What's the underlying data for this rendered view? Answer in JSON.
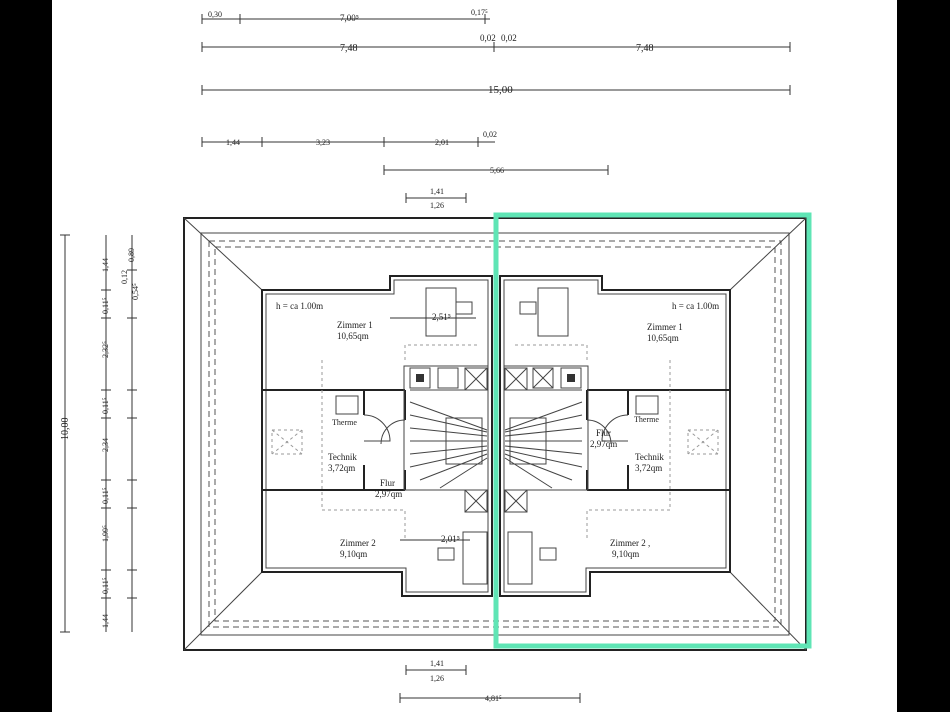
{
  "dimensions": {
    "top1_a": "0,30",
    "top1_b": "7,00⁵",
    "top1_c": "0,17⁵",
    "top2_a": "7,48",
    "top2_b": "0,02",
    "top2_c": "0,02",
    "top2_d": "7,48",
    "top3": "15,00",
    "top4_a": "1,44",
    "top4_b": "3,23",
    "top4_c": "2,01",
    "top4_d": "0,02",
    "top5": "5,66",
    "top6_a": "1,41",
    "top6_b": "1,26",
    "left_total": "10,00",
    "left_a": "1,44",
    "left_b": "0,11⁵",
    "left_c": "2,32⁵",
    "left_d": "0,11⁵",
    "left_e": "2,34",
    "left_f": "0,11⁵",
    "left_g": "1,99⁵",
    "left_h": "0,11⁵",
    "left_i": "1,44",
    "left2_a": "0,89",
    "left2_b": "0,12",
    "left2_c": "0,54⁵",
    "bottom_a": "1,41",
    "bottom_b": "1,26",
    "bottom_c": "4,81⁵",
    "stair_top": "2,51⁵",
    "stair_bottom": "2,01⁵"
  },
  "rooms_left": {
    "height_note": "h = ca 1.00m",
    "zimmer1_name": "Zimmer 1",
    "zimmer1_area": "10,65qm",
    "therme": "Therme",
    "technik_name": "Technik",
    "technik_area": "3,72qm",
    "flur_name": "Flur",
    "flur_area": "2,97qm",
    "zimmer2_name": "Zimmer 2",
    "zimmer2_area": "9,10qm"
  },
  "rooms_right": {
    "height_note": "h = ca 1.00m",
    "zimmer1_name": "Zimmer 1",
    "zimmer1_area": "10,65qm",
    "therme": "Therme",
    "technik_name": "Technik",
    "technik_area": "3,72qm",
    "flur_name": "Flur",
    "flur_area": "2,97qm",
    "zimmer2_name": "Zimmer 2 ,",
    "zimmer2_area": "9,10qm"
  },
  "colors": {
    "background": "#000000",
    "sheet": "#ffffff",
    "highlight": "#5fe5b5"
  }
}
